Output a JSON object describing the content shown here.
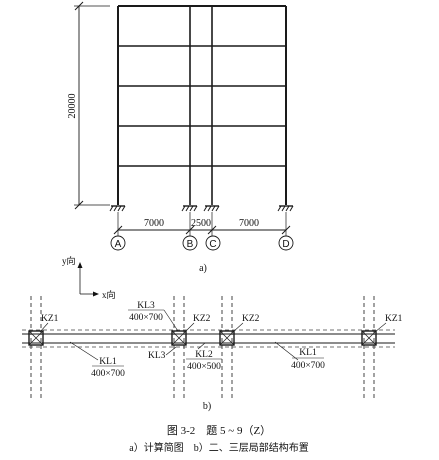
{
  "elevation": {
    "height_label": "20000",
    "spans": [
      "7000",
      "2500",
      "7000"
    ],
    "axes": [
      "A",
      "B",
      "C",
      "D"
    ],
    "caption": "a)"
  },
  "plan": {
    "y_axis": "y向",
    "x_axis": "x向",
    "columns": [
      "KZ1",
      "KZ2",
      "KZ2",
      "KZ1"
    ],
    "beams": [
      {
        "name": "KL1",
        "size": "400×700"
      },
      {
        "name": "KL3",
        "size": "400×700"
      },
      {
        "name": "KL3",
        "size": ""
      },
      {
        "name": "KL2",
        "size": "400×500"
      },
      {
        "name": "KL1",
        "size": "400×700"
      }
    ],
    "caption": "b)"
  },
  "figure": {
    "title": "图 3-2　题 5 ~ 9（Z）",
    "subtitle": "a）计算简图　b）二、三层局部结构布置"
  }
}
